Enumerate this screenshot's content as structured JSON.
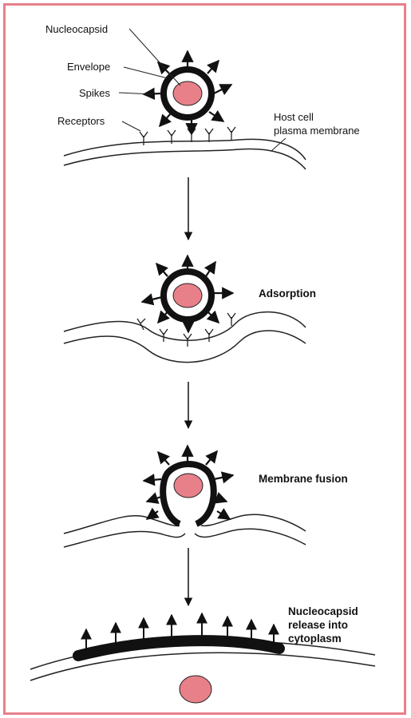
{
  "labels": {
    "nucleocapsid": "Nucleocapsid",
    "envelope": "Envelope",
    "spikes": "Spikes",
    "receptors": "Receptors",
    "host_cell_line1": "Host cell",
    "host_cell_line2": "plasma membrane"
  },
  "stages": {
    "adsorption": "Adsorption",
    "membrane_fusion": "Membrane fusion",
    "release_line1": "Nucleocapsid",
    "release_line2": "release into",
    "release_line3": "cytoplasm"
  },
  "colors": {
    "border": "#e8808a",
    "nucleocapsid_fill": "#e8808a",
    "envelope": "#111111"
  }
}
